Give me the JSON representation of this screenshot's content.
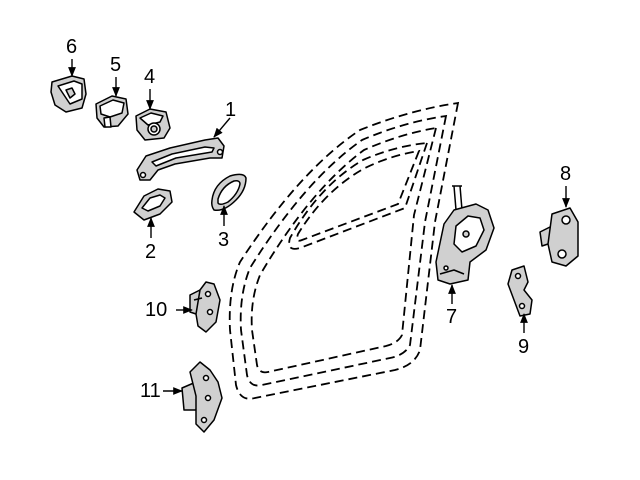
{
  "diagram": {
    "colors": {
      "line": "#000000",
      "fill": "#ffffff",
      "shade": "#c8c8c8"
    },
    "callouts": [
      {
        "id": "1",
        "part": "exterior-handle"
      },
      {
        "id": "2",
        "part": "handle-pad-front"
      },
      {
        "id": "3",
        "part": "handle-gasket"
      },
      {
        "id": "4",
        "part": "lock-cylinder-housing"
      },
      {
        "id": "5",
        "part": "handle-bracket"
      },
      {
        "id": "6",
        "part": "end-cap"
      },
      {
        "id": "7",
        "part": "door-latch"
      },
      {
        "id": "8",
        "part": "striker"
      },
      {
        "id": "9",
        "part": "striker-shim"
      },
      {
        "id": "10",
        "part": "upper-hinge"
      },
      {
        "id": "11",
        "part": "lower-hinge"
      }
    ]
  }
}
